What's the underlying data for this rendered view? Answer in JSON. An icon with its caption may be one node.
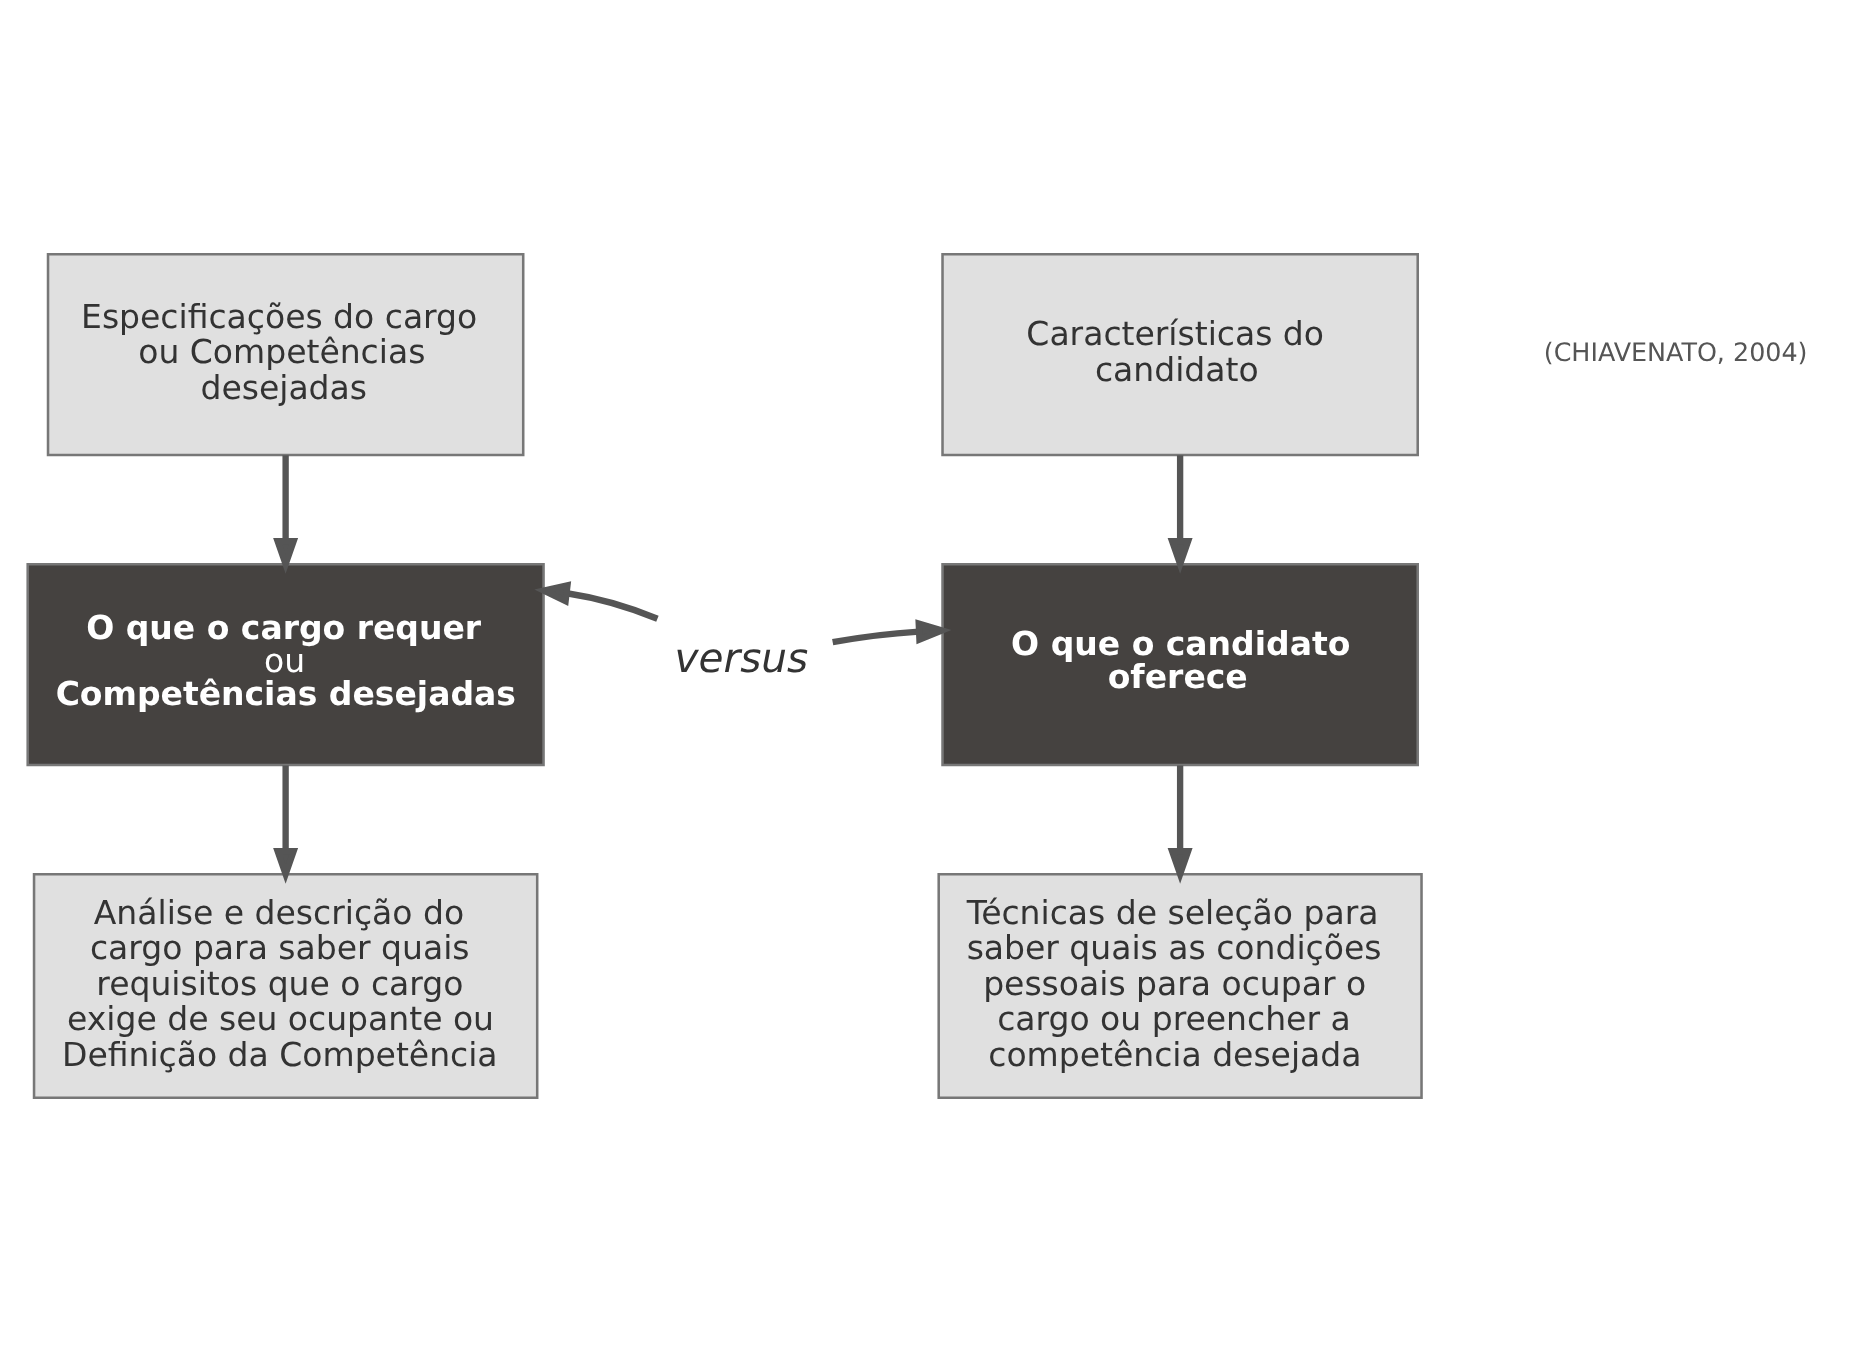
{
  "diagram": {
    "nodes": [
      {
        "text": [
          "Especificações do cargo ou Competências desejadas"
        ]
      },
      {
        "text": [
          "Características do candidato"
        ]
      },
      {
        "text": [
          "O que o cargo requer",
          "ou",
          "Competências desejadas"
        ]
      },
      {
        "text": [
          "versus"
        ]
      },
      {
        "text": [
          "O que o candidato oferece"
        ]
      },
      {
        "text": [
          "Análise e descrição do cargo para saber quais requisitos que o cargo exige de seu ocupante ou Definição da Competência"
        ]
      },
      {
        "text": [
          "Técnicas de seleção para saber quais as condições pessoais para ocupar o cargo ou preencher a competência desejada"
        ]
      }
    ],
    "edges": [
      {
        "from": 0,
        "to": 2,
        "arrow": "to"
      },
      {
        "from": 1,
        "to": 4,
        "arrow": "to"
      },
      {
        "from": 3,
        "to": 2,
        "arrow": "to"
      },
      {
        "from": 3,
        "to": 4,
        "arrow": "to"
      },
      {
        "from": 2,
        "to": 5,
        "arrow": "to"
      },
      {
        "from": 4,
        "to": 6,
        "arrow": "to"
      }
    ],
    "labels": [
      "(CHIAVENATO, 2004)"
    ]
  }
}
